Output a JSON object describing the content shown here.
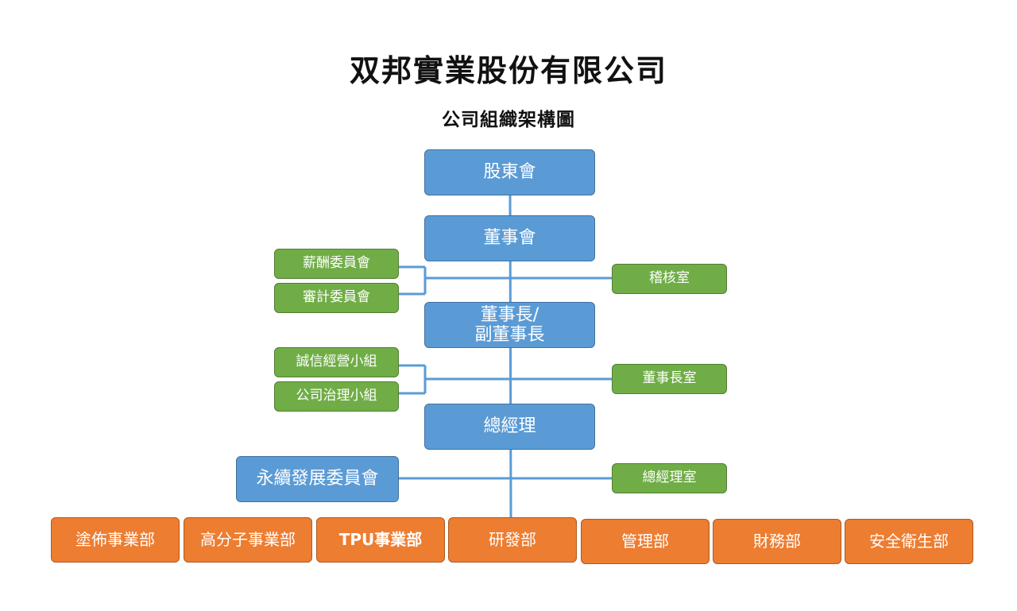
{
  "header": {
    "company_name": "双邦實業股份有限公司",
    "chart_title": "公司組織架構圖"
  },
  "colors": {
    "primary_box": "#5b9bd5",
    "committee_box": "#70ad47",
    "department_box": "#ed7d31",
    "connector": "#5b9bd5"
  },
  "main_chain": {
    "shareholders": "股東會",
    "board": "董事會",
    "chairman_line1": "董事長/",
    "chairman_line2": "副董事長",
    "president": "總經理"
  },
  "committees": {
    "compensation": "薪酬委員會",
    "audit": "審計委員會",
    "internal_audit": "稽核室",
    "integrity": "誠信經營小組",
    "governance": "公司治理小組",
    "chairman_office": "董事長室",
    "sustainability": "永續發展委員會",
    "president_office": "總經理室"
  },
  "departments": [
    {
      "label": "塗佈事業部"
    },
    {
      "label": "高分子事業部"
    },
    {
      "label": "TPU事業部"
    },
    {
      "label": "研發部"
    },
    {
      "label": "管理部"
    },
    {
      "label": "財務部"
    },
    {
      "label": "安全衛生部"
    }
  ]
}
